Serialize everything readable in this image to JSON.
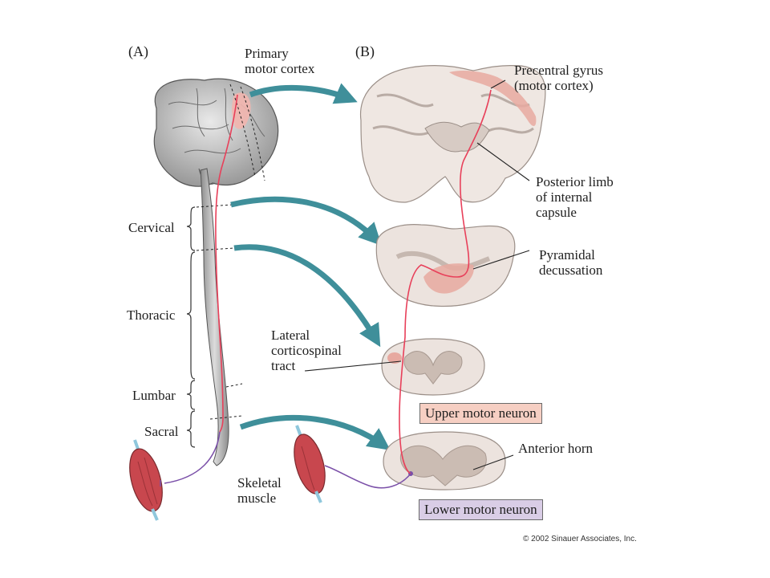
{
  "panels": {
    "a": "(A)",
    "b": "(B)"
  },
  "labels": {
    "primary_motor_cortex": "Primary\nmotor cortex",
    "precentral_gyrus": "Precentral gyrus\n(motor cortex)",
    "posterior_limb": "Posterior limb\nof internal\ncapsule",
    "pyramidal_decussation": "Pyramidal\ndecussation",
    "lateral_corticospinal": "Lateral\ncorticospinal\ntract",
    "anterior_horn": "Anterior horn",
    "skeletal_muscle": "Skeletal\nmuscle"
  },
  "regions": {
    "cervical": "Cervical",
    "thoracic": "Thoracic",
    "lumbar": "Lumbar",
    "sacral": "Sacral"
  },
  "boxes": {
    "upper_motor_neuron": "Upper motor neuron",
    "lower_motor_neuron": "Lower motor neuron"
  },
  "colors": {
    "upper_box": "#f6cfc3",
    "lower_box": "#d9cde6",
    "arrow": "#3f8f9a",
    "upper_neuron": "#e8405a",
    "lower_neuron": "#7a4fa8",
    "muscle": "#c8474e"
  },
  "copyright": "© 2002 Sinauer Associates, Inc."
}
